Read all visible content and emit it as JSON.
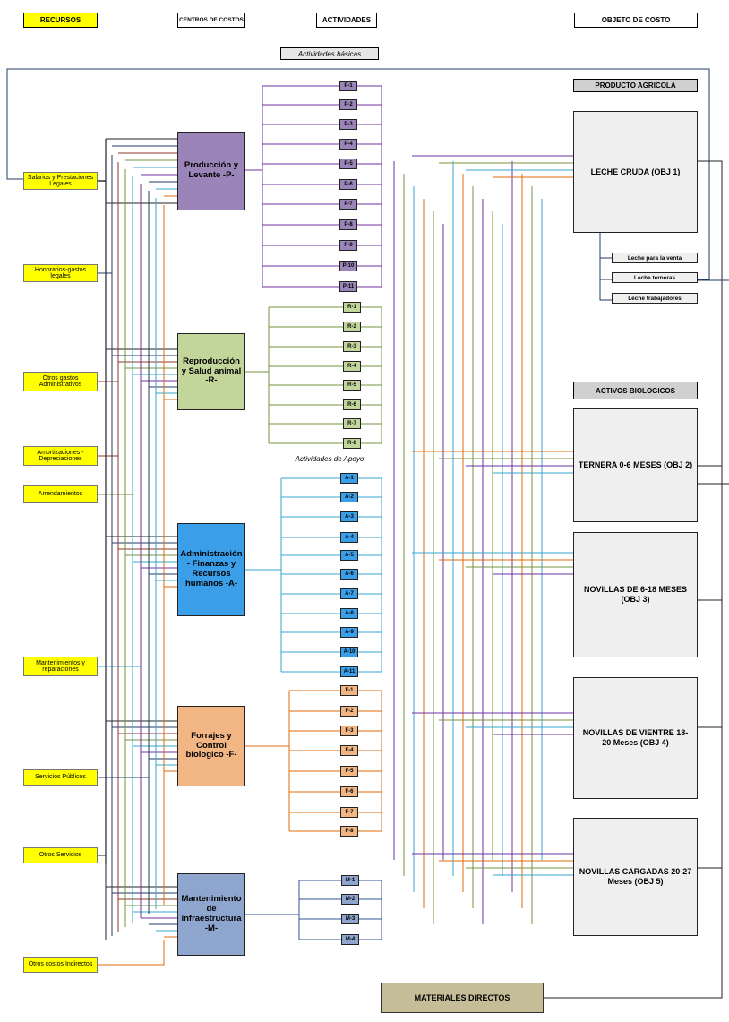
{
  "headers": {
    "recursos": "RECURSOS",
    "centros": "CENTROS DE COSTOS",
    "actividades": "ACTIVIDADES",
    "objeto": "OBJETO DE COSTO"
  },
  "sections": {
    "basicas": "Actividades básicas",
    "apoyo": "Actividades de Apoyo"
  },
  "resources": [
    "Salarios y Prestaciones Legales",
    "Honorarios-gastos legales",
    "Otros gastos Administrativos",
    "Amortizaciones - Depreciaciones",
    "Arrendamientos",
    "Mantenimientos y reparaciones",
    "Servicios Públicos",
    "Otros Servicios",
    "Otros costos Indirectos"
  ],
  "cost_centers": [
    {
      "label": "Producción y Levante -P-",
      "color": "#9a84b8"
    },
    {
      "label": "Reproducción y Salud animal -R-",
      "color": "#c2d69b"
    },
    {
      "label": "Administración - Finanzas y Recursos humanos -A-",
      "color": "#3a9ee8"
    },
    {
      "label": "Forrajes y Control biologico -F-",
      "color": "#f2b584"
    },
    {
      "label": "Mantenimiento de infraestructura -M-",
      "color": "#8ea5ce"
    }
  ],
  "activities": {
    "P": {
      "color": "#9a84b8",
      "line": "#7030a0",
      "labels": [
        "P-1",
        "P-2",
        "P-3",
        "P-4",
        "P-5",
        "P-6",
        "P-7",
        "P-8",
        "P-9",
        "P-10",
        "P-11"
      ]
    },
    "R": {
      "color": "#c2d69b",
      "line": "#76933c",
      "labels": [
        "R-1",
        "R-2",
        "R-3",
        "R-4",
        "R-5",
        "R-6",
        "R-7",
        "R-8"
      ]
    },
    "A": {
      "color": "#3a9ee8",
      "line": "#3aa6d0",
      "labels": [
        "A-1",
        "A-2",
        "A-3",
        "A-4",
        "A-5",
        "A-6",
        "A-7",
        "A-8",
        "A-9",
        "A-10",
        "A-11"
      ]
    },
    "F": {
      "color": "#f2b584",
      "line": "#e26b0a",
      "labels": [
        "F-1",
        "F-2",
        "F-3",
        "F-4",
        "F-5",
        "F-6",
        "F-7",
        "F-8"
      ]
    },
    "M": {
      "color": "#8ea5ce",
      "line": "#2f5597",
      "labels": [
        "M-1",
        "M-2",
        "M-3",
        "M-4"
      ]
    }
  },
  "groups": {
    "producto": "PRODUCTO AGRICOLA",
    "activos": "ACTIVOS BIOLOGICOS"
  },
  "objects": [
    "LECHE CRUDA (OBJ 1)",
    "TERNERA 0-6 MESES (OBJ 2)",
    "NOVILLAS DE 6-18 MESES (OBJ 3)",
    "NOVILLAS DE VIENTRE 18- 20 Meses (OBJ 4)",
    "NOVILLAS CARGADAS 20-27 Meses (OBJ 5)"
  ],
  "leche_sub": [
    "Leche para la venta",
    "Leche terneras",
    "Leche trabajadores"
  ],
  "materiales": "MATERIALES DIRECTOS"
}
